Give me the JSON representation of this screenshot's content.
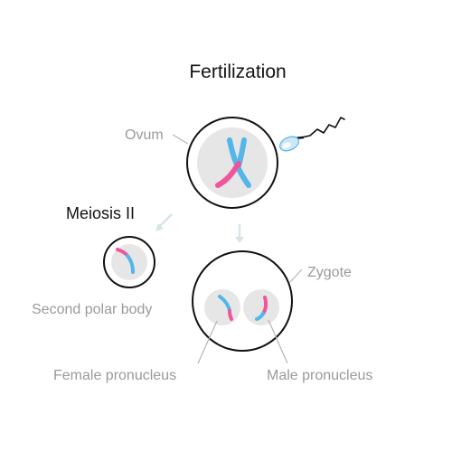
{
  "title": "Fertilization",
  "labels": {
    "ovum": "Ovum",
    "meiosis": "Meiosis II",
    "zygote": "Zygote",
    "polar_body": "Second polar body",
    "female_pronucleus": "Female pronucleus",
    "male_pronucleus": "Male pronucleus"
  },
  "colors": {
    "outline": "#111111",
    "nucleus_fill": "#e6e6e6",
    "maternal_chromosome": "#f0549a",
    "paternal_chromosome": "#52b6ea",
    "arrow": "#d6e4e6",
    "leader_line": "#b5b5b5",
    "sperm_head": "#cfe7f5",
    "label_text": "#9a9a9a",
    "title_text": "#111111"
  },
  "icons": {
    "sperm": "sperm-icon",
    "arrow": "arrow-down-icon"
  }
}
